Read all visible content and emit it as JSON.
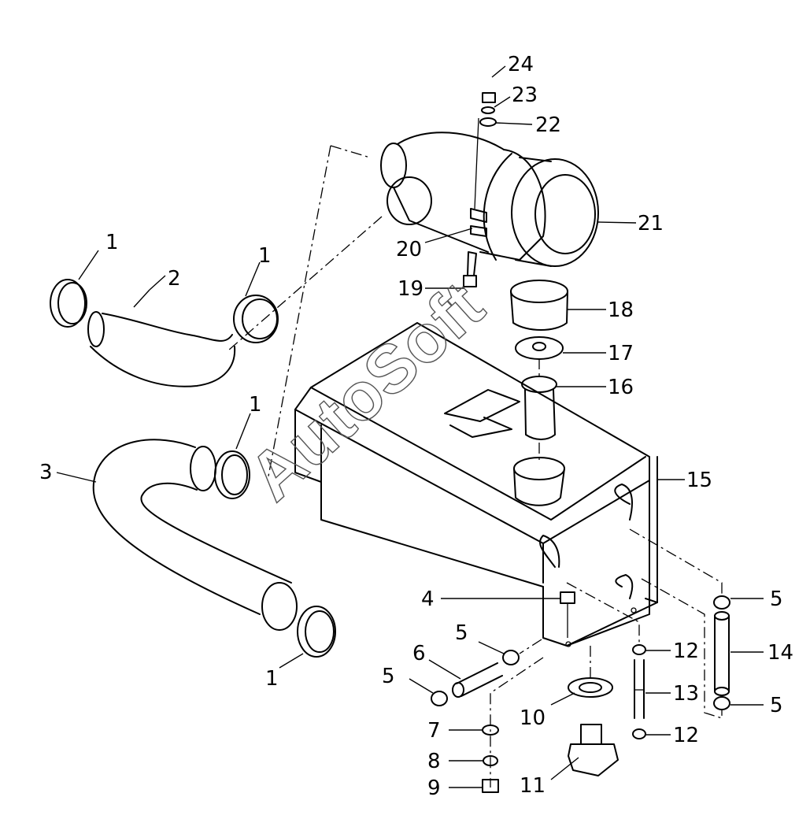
{
  "watermark": "AutoSoft",
  "callouts": [
    {
      "id": "c1a",
      "text": "1"
    },
    {
      "id": "c1b",
      "text": "1"
    },
    {
      "id": "c1c",
      "text": "1"
    },
    {
      "id": "c1d",
      "text": "1"
    },
    {
      "id": "c2",
      "text": "2"
    },
    {
      "id": "c3",
      "text": "3"
    },
    {
      "id": "c4",
      "text": "4"
    },
    {
      "id": "c5a",
      "text": "5"
    },
    {
      "id": "c5b",
      "text": "5"
    },
    {
      "id": "c5c",
      "text": "5"
    },
    {
      "id": "c5d",
      "text": "5"
    },
    {
      "id": "c6",
      "text": "6"
    },
    {
      "id": "c7",
      "text": "7"
    },
    {
      "id": "c8",
      "text": "8"
    },
    {
      "id": "c9",
      "text": "9"
    },
    {
      "id": "c10",
      "text": "10"
    },
    {
      "id": "c11",
      "text": "11"
    },
    {
      "id": "c12a",
      "text": "12"
    },
    {
      "id": "c12b",
      "text": "12"
    },
    {
      "id": "c13",
      "text": "13"
    },
    {
      "id": "c14",
      "text": "14"
    },
    {
      "id": "c15",
      "text": "15"
    },
    {
      "id": "c16",
      "text": "16"
    },
    {
      "id": "c17",
      "text": "17"
    },
    {
      "id": "c18",
      "text": "18"
    },
    {
      "id": "c19",
      "text": "19"
    },
    {
      "id": "c20",
      "text": "20"
    },
    {
      "id": "c21",
      "text": "21"
    },
    {
      "id": "c22",
      "text": "22"
    },
    {
      "id": "c23",
      "text": "23"
    },
    {
      "id": "c24",
      "text": "24"
    }
  ]
}
